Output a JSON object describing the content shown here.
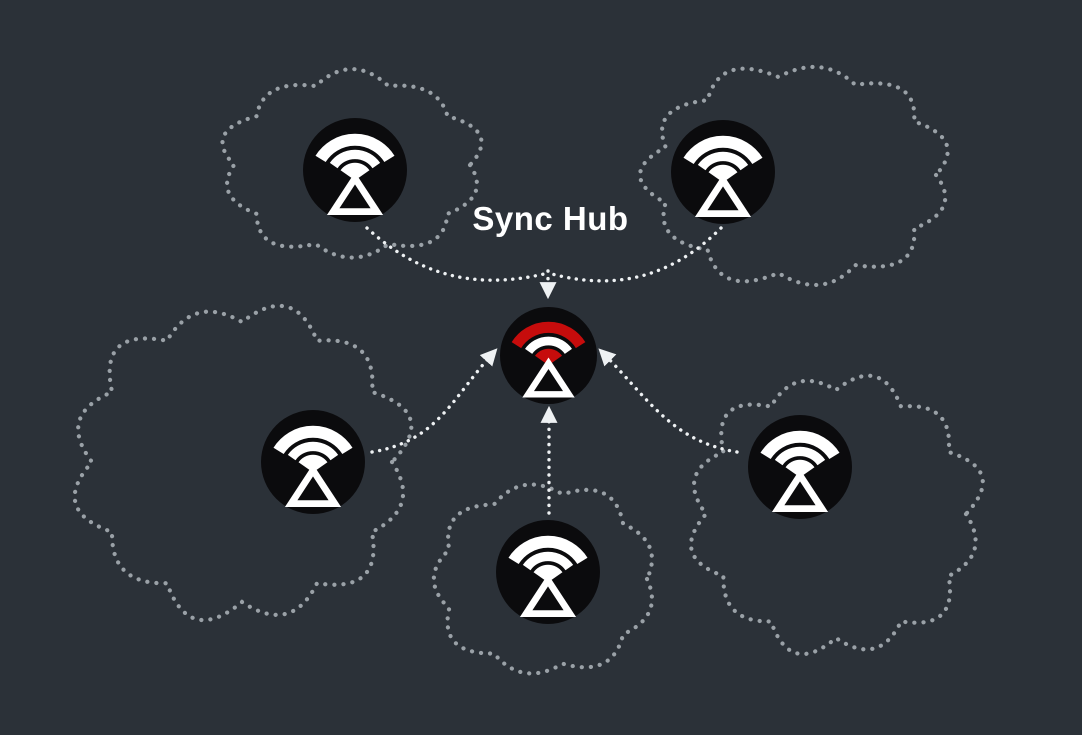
{
  "diagram": {
    "title": "Sync Hub",
    "hub": {
      "label": "Sync Hub",
      "icon": "sync-hub-icon"
    },
    "nodes": [
      {
        "id": "top-left",
        "icon": "sync-node-icon"
      },
      {
        "id": "top-right",
        "icon": "sync-node-icon"
      },
      {
        "id": "mid-left",
        "icon": "sync-node-icon"
      },
      {
        "id": "mid-right",
        "icon": "sync-node-icon"
      },
      {
        "id": "bottom",
        "icon": "sync-node-icon"
      }
    ],
    "connections": [
      {
        "from": "top-left",
        "to": "hub"
      },
      {
        "from": "top-right",
        "to": "hub"
      },
      {
        "from": "mid-left",
        "to": "hub"
      },
      {
        "from": "mid-right",
        "to": "hub"
      },
      {
        "from": "bottom",
        "to": "hub"
      }
    ]
  },
  "colors": {
    "background": "#2b3138",
    "cloud-outline": "#9aa1a7",
    "arrow": "#eef1f3",
    "node-fill": "#0b0b0d",
    "icon": "#ffffff",
    "hub-accent": "#c60c0c",
    "label-text": "#ffffff"
  }
}
